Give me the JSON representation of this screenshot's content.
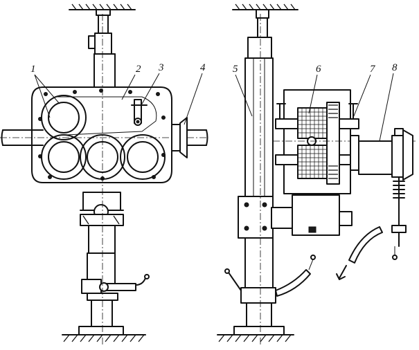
{
  "figure": {
    "callouts": [
      {
        "id": "c1",
        "text": "1"
      },
      {
        "id": "c2",
        "text": "2"
      },
      {
        "id": "c3",
        "text": "3"
      },
      {
        "id": "c4",
        "text": "4"
      },
      {
        "id": "c5",
        "text": "5"
      },
      {
        "id": "c6",
        "text": "6"
      },
      {
        "id": "c7",
        "text": "7"
      },
      {
        "id": "c8",
        "text": "8"
      }
    ]
  }
}
